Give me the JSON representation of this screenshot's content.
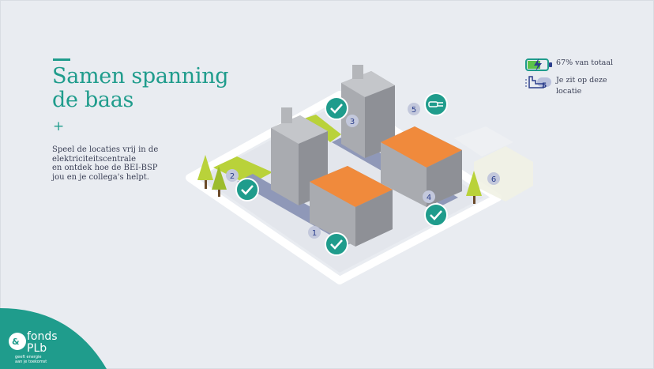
{
  "header": {
    "title_line1": "Samen spanning",
    "title_line2": "de baas",
    "expand_symbol": "+"
  },
  "intro": {
    "lines": [
      "Speel de locaties vrij in de",
      "elektriciteitscentrale",
      "en ontdek hoe de BEI-BSP",
      "jou en je collega's helpt."
    ]
  },
  "legend": {
    "progress_label": "67% van totaal",
    "progress_percent": 67,
    "location_label": "Je zit op deze locatie",
    "location_number": "5"
  },
  "locations": [
    {
      "number": "1",
      "unlocked": true
    },
    {
      "number": "2",
      "unlocked": true
    },
    {
      "number": "3",
      "unlocked": true
    },
    {
      "number": "4",
      "unlocked": true
    },
    {
      "number": "5",
      "current": true
    },
    {
      "number": "6",
      "unlocked": false
    }
  ],
  "logo": {
    "name": "fonds PLb",
    "tagline": "geeft energie aan je toekomst"
  },
  "colors": {
    "accent": "#1f9c8c",
    "roof": "#f08a3c",
    "grass": "#b9d23a",
    "building": "#a9abb0"
  }
}
